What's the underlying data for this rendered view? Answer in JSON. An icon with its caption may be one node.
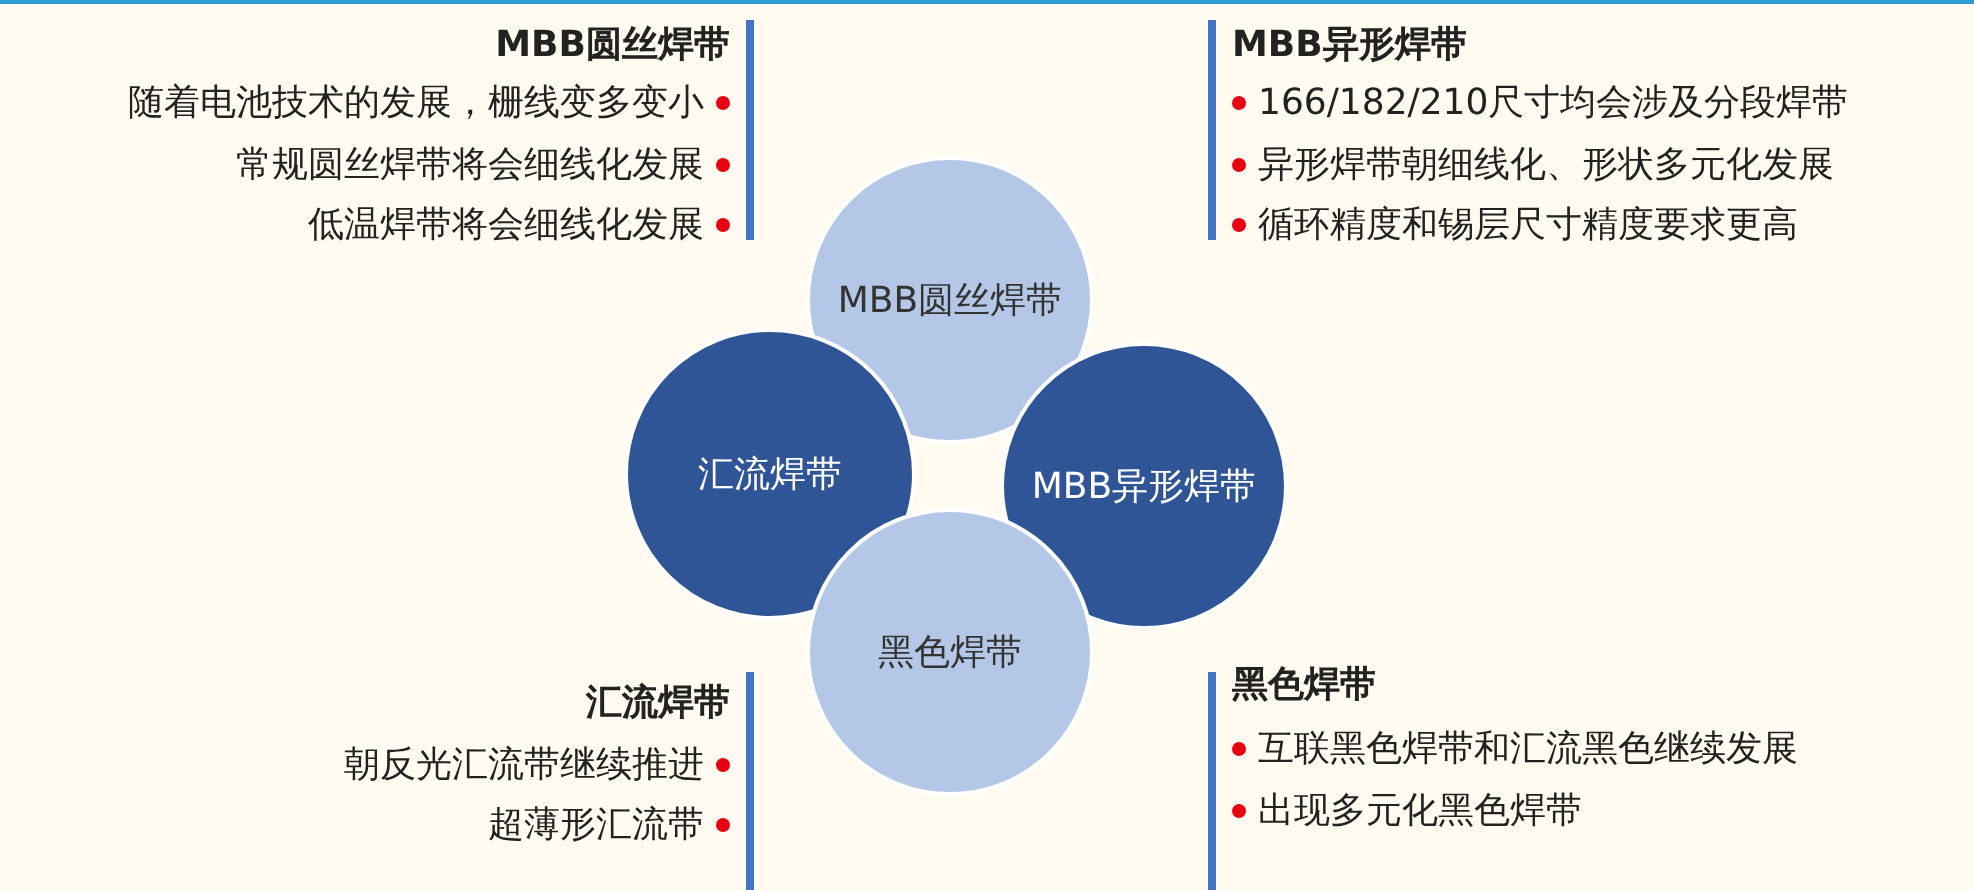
{
  "diagram": {
    "nodes": [
      {
        "text": [
          "MBB圆丝焊带"
        ]
      },
      {
        "text": [
          "汇流焊带"
        ]
      },
      {
        "text": [
          "MBB异形焊带"
        ]
      },
      {
        "text": [
          "黑色焊带"
        ]
      }
    ],
    "labels": [
      "MBB圆丝焊带",
      "随着电池技术的发展，栅线变多变小",
      "常规圆丝焊带将会细线化发展",
      "低温焊带将会细线化发展",
      "MBB异形焊带",
      "166/182/210尺寸均会涉及分段焊带",
      "异形焊带朝细线化、形状多元化发展",
      "循环精度和锡层尺寸精度要求更高",
      "汇流焊带",
      "朝反光汇流带继续推进",
      "超薄形汇流带",
      "黑色焊带",
      "互联黑色焊带和汇流黑色继续发展",
      "出现多元化黑色焊带"
    ]
  }
}
